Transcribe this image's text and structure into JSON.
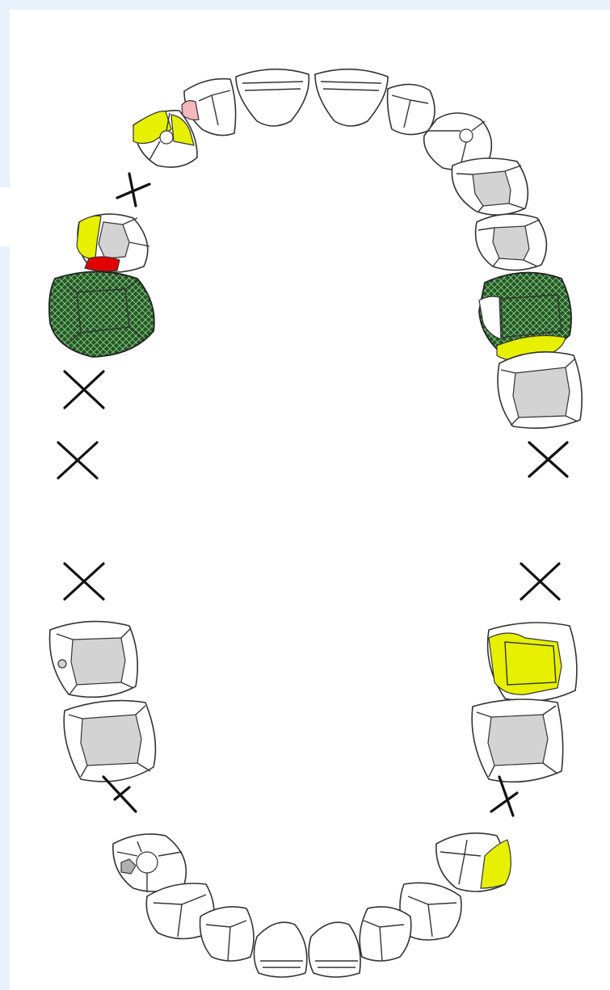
{
  "colors": {
    "background": "#ffffff",
    "frame": "#e8f2fc",
    "outline": "#333333",
    "amalgam_grey": "#d3d3d3",
    "composite_yellow": "#e6f000",
    "caries_red": "#e00000",
    "decay_pink": "#f5b7bb",
    "crown_green": "#1f5a1f",
    "missing_mark": "#111111"
  },
  "legend_semantics": {
    "crown-icon": "dark green crosshatched full coverage",
    "amalgam-icon": "grey filled surface",
    "composite-icon": "yellow filled surface",
    "caries-icon": "red filled surface",
    "missing-icon": "black X mark"
  }
}
